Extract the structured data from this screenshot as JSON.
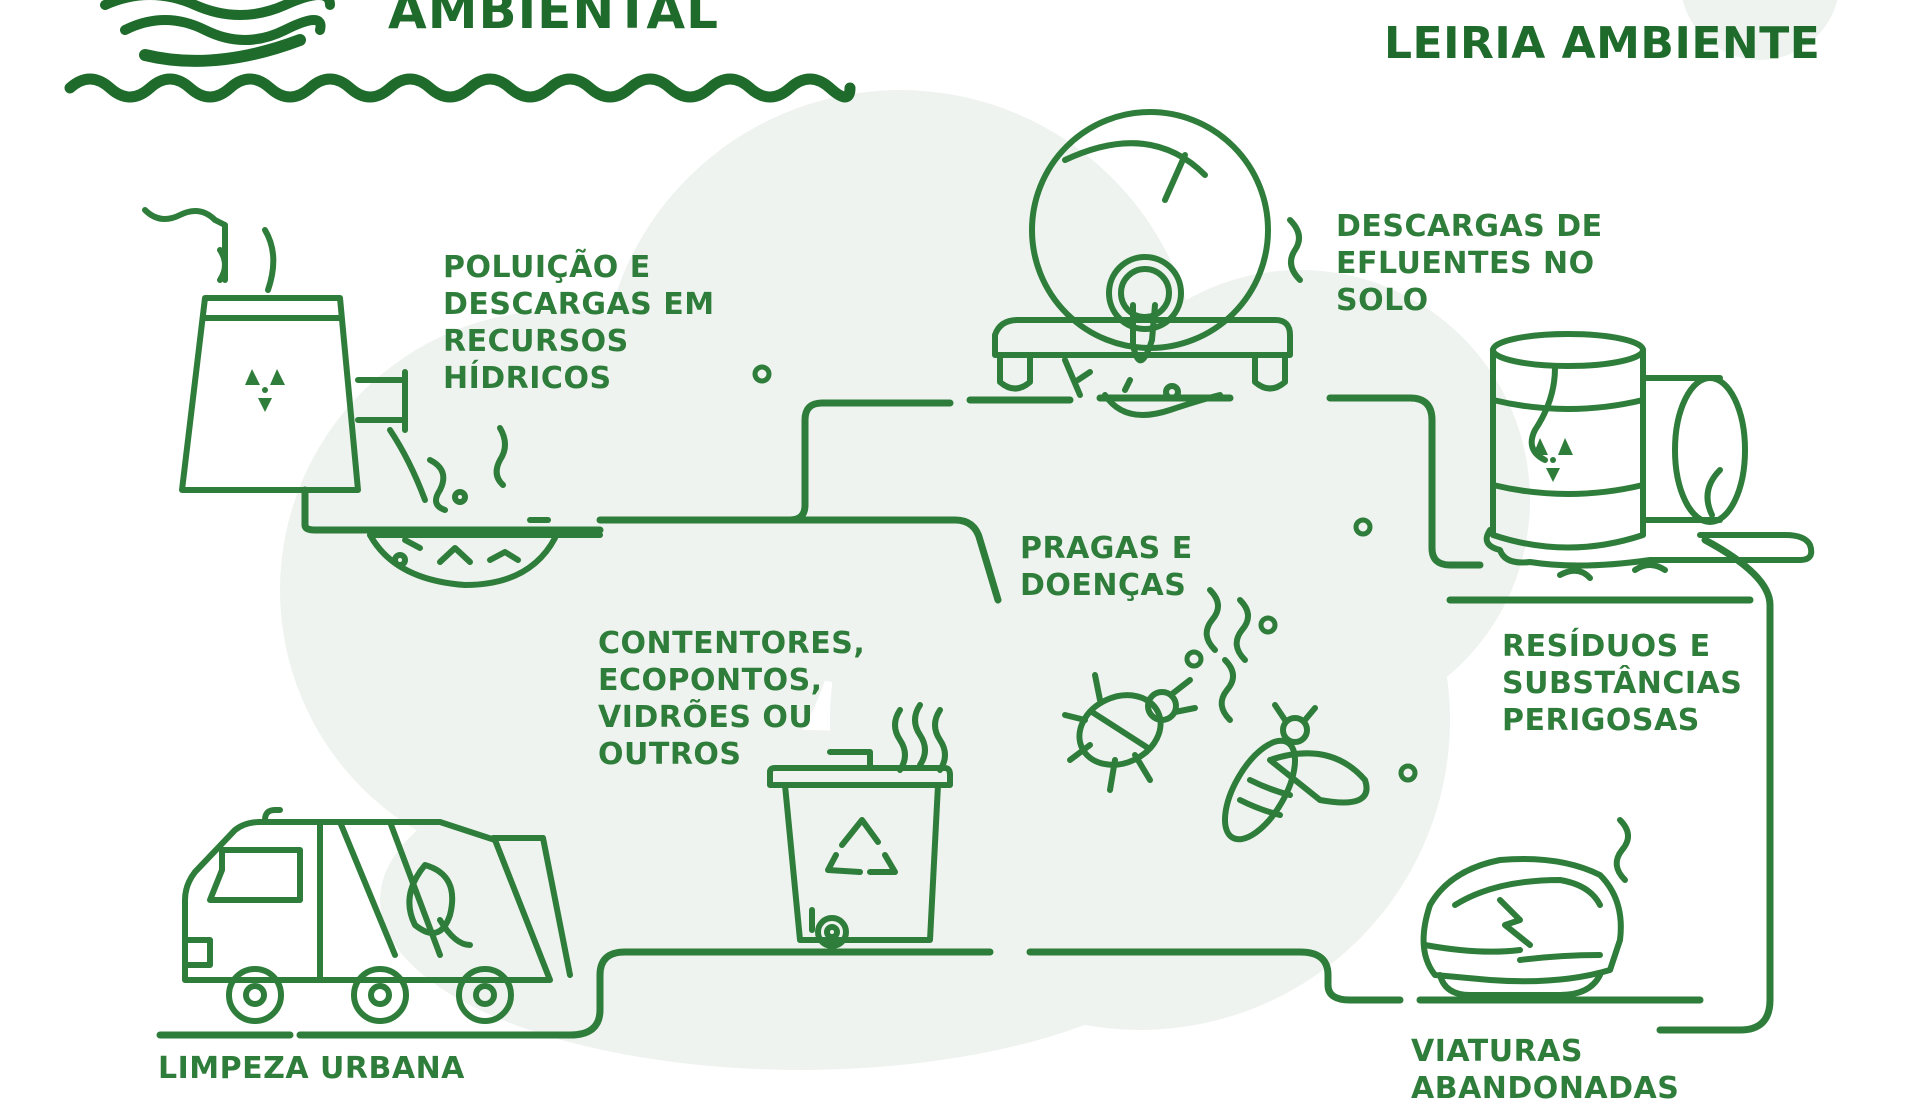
{
  "header": {
    "title_fragment": "AMBIENTAL",
    "brand": "LEIRIA AMBIENTE"
  },
  "labels": {
    "water": [
      "POLUIÇÃO E",
      "DESCARGAS EM",
      "RECURSOS",
      "HÍDRICOS"
    ],
    "soil": [
      "DESCARGAS DE",
      "EFLUENTES NO",
      "SOLO"
    ],
    "pests": [
      "PRAGAS E",
      "DOENÇAS"
    ],
    "containers": [
      "CONTENTORES,",
      "ECOPONTOS,",
      "VIDRÕES OU",
      "OUTROS"
    ],
    "hazardous": [
      "RESÍDUOS E",
      "SUBSTÂNCIAS",
      "PERIGOSAS"
    ],
    "cleaning": [
      "LIMPEZA URBANA"
    ],
    "vehicles": [
      "VIATURAS",
      "ABANDONADAS"
    ]
  },
  "icons": {
    "logo": "wave-logo-icon",
    "divider": "wave-divider-icon",
    "factory": "nuclear-factory-icon",
    "tank": "tank-trailer-icon",
    "barrels": "hazard-barrels-icon",
    "insects": "insects-icon",
    "bin": "recycle-bin-icon",
    "truck": "garbage-truck-icon",
    "car": "abandoned-car-icon"
  },
  "colors": {
    "primary": "#2f7d3a",
    "dark": "#1f6b2c",
    "blob": "#eef3ef",
    "background": "#ffffff"
  }
}
